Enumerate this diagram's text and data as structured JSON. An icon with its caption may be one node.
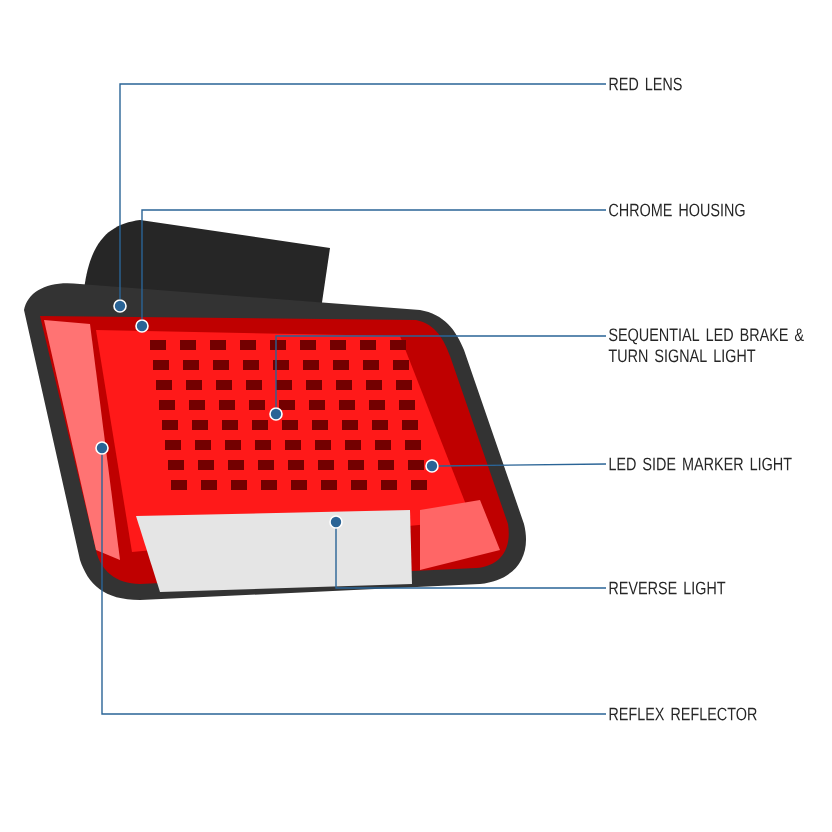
{
  "diagram": {
    "nodes": [
      {
        "text": [
          "RED LENS"
        ]
      },
      {
        "text": [
          "CHROME HOUSING"
        ]
      },
      {
        "text": [
          "SEQUENTIAL LED BRAKE & TURN SIGNAL LIGHT"
        ]
      },
      {
        "text": [
          "LED SIDE MARKER LIGHT"
        ]
      },
      {
        "text": [
          "REVERSE LIGHT"
        ]
      },
      {
        "text": [
          "REFLEX REFLECTOR"
        ]
      },
      {
        "text": [],
        "shape": "circle"
      },
      {
        "text": [],
        "shape": "circle"
      },
      {
        "text": [],
        "shape": "circle"
      },
      {
        "text": [],
        "shape": "circle"
      },
      {
        "text": [],
        "shape": "circle"
      },
      {
        "text": [],
        "shape": "circle"
      }
    ],
    "edges": [
      {
        "from": 0,
        "to": 6,
        "arrow": "none"
      },
      {
        "from": 1,
        "to": 7,
        "arrow": "none"
      },
      {
        "from": 2,
        "to": 8,
        "arrow": "none"
      },
      {
        "from": 3,
        "to": 9,
        "arrow": "none"
      },
      {
        "from": 4,
        "to": 10,
        "arrow": "none"
      },
      {
        "from": 5,
        "to": 11,
        "arrow": "none"
      }
    ]
  }
}
